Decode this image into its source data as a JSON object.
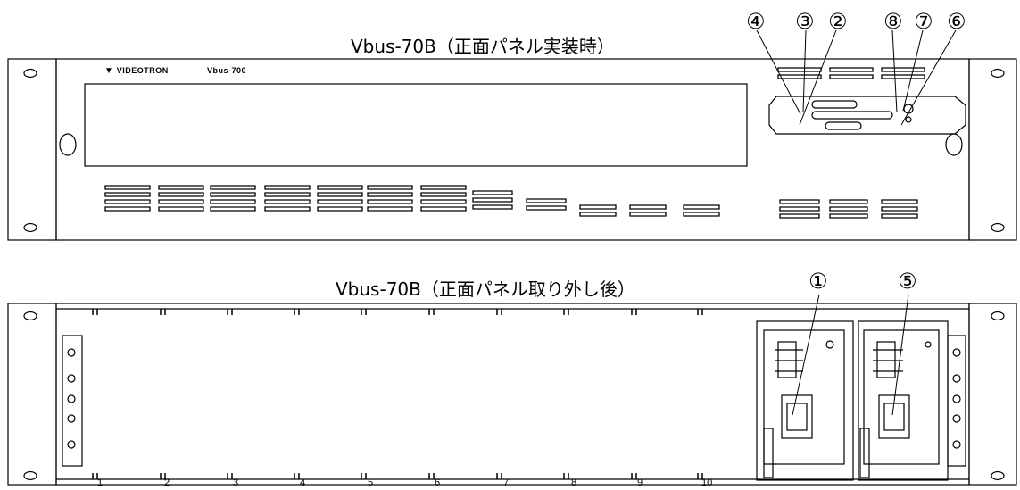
{
  "titles": {
    "front_panel": "Vbus-70B（正面パネル実装時）",
    "panel_removed": "Vbus-70B（正面パネル取り外し後）"
  },
  "front_panel": {
    "brand_logo": "VIDEOTRON",
    "model_label": "Vbus-700"
  },
  "callouts_top": [
    "④",
    "③",
    "②",
    "⑧",
    "⑦",
    "⑥"
  ],
  "callouts_bottom": [
    "①",
    "⑤"
  ],
  "slot_numbers": [
    "1",
    "2",
    "3",
    "4",
    "5",
    "6",
    "7",
    "8",
    "9",
    "10"
  ]
}
